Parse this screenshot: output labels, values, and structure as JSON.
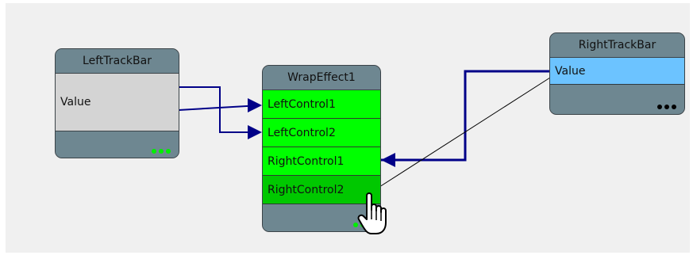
{
  "nodes": {
    "left_track_bar": {
      "title": "LeftTrackBar",
      "port_label": "Value",
      "dot_color": "#00ee00"
    },
    "wrap_effect": {
      "title": "WrapEffect1",
      "ports": [
        "LeftControl1",
        "LeftControl2",
        "RightControl1",
        "RightControl2"
      ],
      "hovered_port": "RightControl2",
      "dot_color": "#00ee00"
    },
    "right_track_bar": {
      "title": "RightTrackBar",
      "port_label": "Value",
      "dot_color": "#000000"
    }
  },
  "colors": {
    "canvas": "#f0f0f0",
    "node_chrome": "#6e8791",
    "input_port": "#00ff00",
    "input_port_hover": "#00c800",
    "output_port_selected": "#6cc3ff",
    "output_port": "#d4d4d4",
    "wire": "#000088",
    "drag_wire": "#000000"
  },
  "connections": [
    {
      "from": "LeftTrackBar.Value",
      "to": "WrapEffect1.LeftControl1"
    },
    {
      "from": "LeftTrackBar.Value",
      "to": "WrapEffect1.LeftControl2"
    },
    {
      "from": "RightTrackBar.Value",
      "to": "WrapEffect1.RightControl1"
    }
  ],
  "drag": {
    "from": "RightTrackBar.Value",
    "to": "WrapEffect1.RightControl2"
  },
  "cursor_icon": "hand-pointer-icon"
}
